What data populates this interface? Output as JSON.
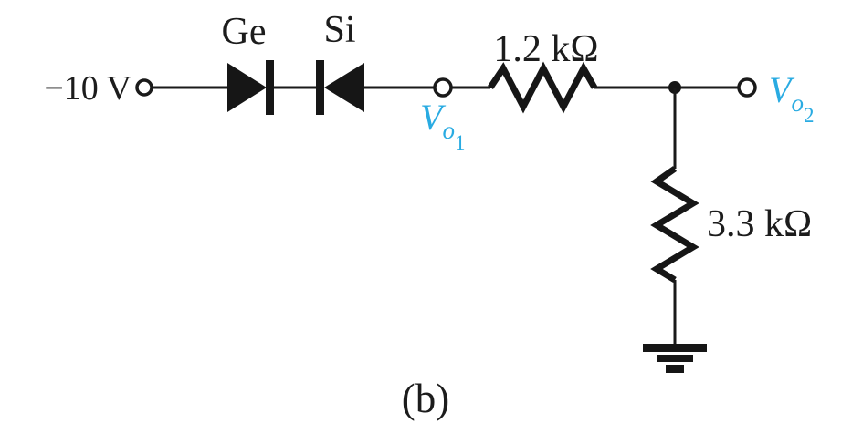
{
  "figure": {
    "caption": "(b)"
  },
  "colors": {
    "circuit": "#1a1a1a",
    "output_label_accent": "#29abe2",
    "background": "#ffffff"
  },
  "source": {
    "label": "−10 V"
  },
  "diodes": [
    {
      "label": "Ge"
    },
    {
      "label": "Si"
    }
  ],
  "resistors": [
    {
      "label": "1.2 kΩ"
    },
    {
      "label": "3.3 kΩ"
    }
  ],
  "outputs": {
    "vo1": {
      "base": "V",
      "sub": "o",
      "index": "1"
    },
    "vo2": {
      "base": "V",
      "sub": "o",
      "index": "2"
    }
  }
}
